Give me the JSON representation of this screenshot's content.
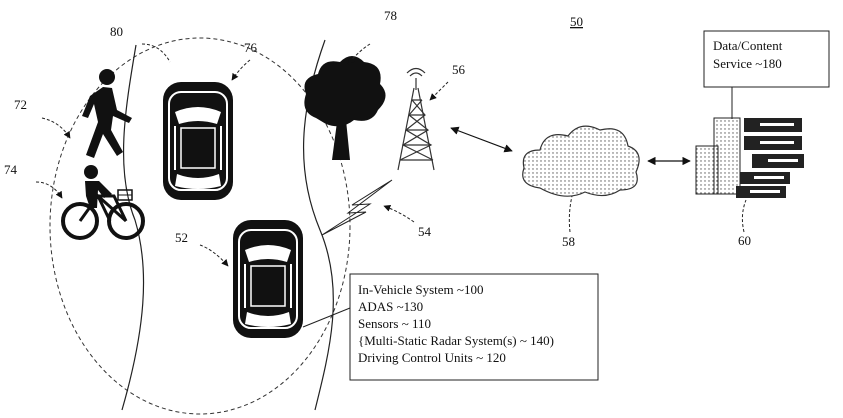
{
  "figure": {
    "number_label": "50",
    "ref_labels": {
      "pedestrian_zone": "72",
      "bicycle": "74",
      "area_boundary": "80",
      "other_vehicle": "76",
      "road_edge": "78",
      "cell_tower": "56",
      "wireless_link": "54",
      "host_vehicle": "52",
      "cloud_network": "58",
      "data_center": "60"
    },
    "data_service_box": {
      "line1": "Data/Content",
      "line2": "Service ~180"
    },
    "in_vehicle_box": {
      "line1": "In-Vehicle System ~100",
      "line2": "ADAS ~130",
      "line3": "Sensors ~ 110",
      "line4": "{Multi-Static Radar System(s) ~ 140)",
      "line5": "Driving Control Units ~ 120"
    }
  }
}
